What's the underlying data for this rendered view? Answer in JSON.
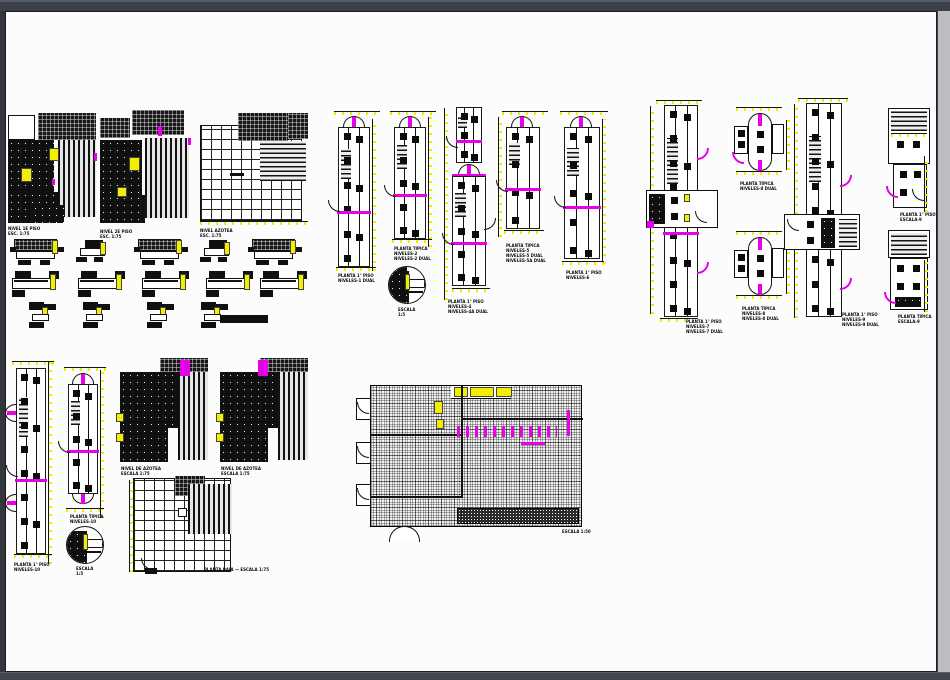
{
  "window": {
    "frame_top_color": "#3a414b",
    "frame_bottom_color": "#41464d",
    "frame_left_color": "#32373e",
    "frame_right_color": "#bcbdc0",
    "canvas_color": "#fcfcfc"
  },
  "colors": {
    "ink": "#101010",
    "accent_yellow": "#f2ee00",
    "accent_magenta": "#e800e8"
  },
  "labels": {
    "tl_plan1": "NIVEL 1E PISO\nESC. 1:75",
    "tl_plan2": "NIVEL 2E PISO\nESC. 1:75",
    "tl_plan3": "NIVEL AZOTEA\nESC. 1:75",
    "m1": "PLANTA 1° PISO\nNIVELES-1 DUAL",
    "m2": "PLANTA TIPICA\nNIVELES-2\nNIVELES-2 DUAL",
    "m2_detail": "ESCALA\n1:5",
    "m3": "PLANTA 1° PISO\nNIVELES-4\nNIVELES-4A DUAL",
    "m4": "PLANTA TIPICA\nNIVELES-5\nNIVELES-5 DUAL\nNIVELES-5A DUAL",
    "m5": "PLANTA 1° PISO\nNIVELES-6",
    "r1": "PLANTA 1° PISO\nNIVELES-7\nNIVELES-7 DUAL",
    "rc_top": "PLANTA TIPICA\nNIVELES-8 DUAL",
    "rc_bottom": "PLANTA TIPICA\nNIVELES-8\nNIVELES-8 DUAL",
    "r2": "PLANTA 1° PISO\nNIVELES-9\nNIVELES-9 DUAL",
    "r3": "PLANTA 1° PISO\nESCALA-9",
    "r4": "PLANTA TIPICA\nESCALA-9",
    "bl1": "PLANTA 1° PISO\nNIVELES-10",
    "bl2": "PLANTA TIPICA\nNIVELES-10",
    "bl_detail": "ESCALA\n1:5",
    "blp1": "NIVEL DE AZOTEA\nESCALA 1:75",
    "blp2": "NIVEL DE AZOTEA\nESCALA 1:75",
    "bl_grid": "PLANTA BAJA — ESCALA 1:75",
    "big_plan": "ESCALA 1:50"
  }
}
